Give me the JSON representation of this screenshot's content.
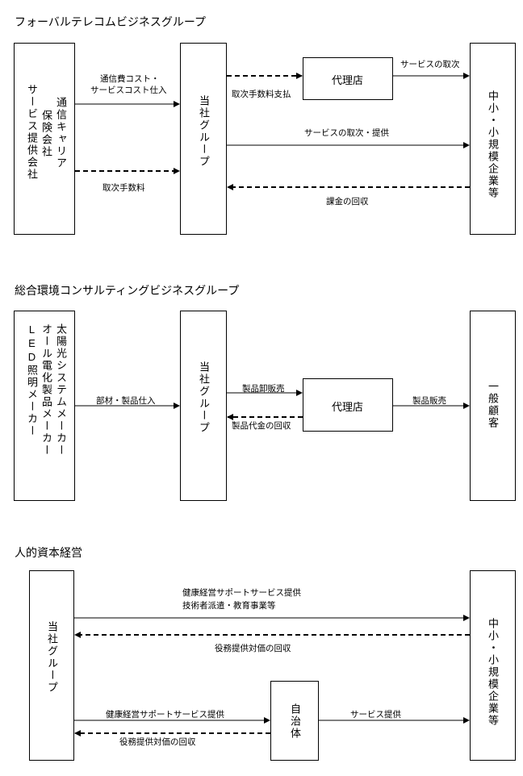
{
  "sections": {
    "telecom": {
      "title": "フォーバルテレコムビジネスグループ",
      "left_col1": "通信キャリア",
      "left_col2": "保険会社",
      "left_col3": "サービス提供会社",
      "center": "当社グループ",
      "agency": "代理店",
      "right": "中小・小規模企業等",
      "arrow_cost": "通信費コスト・",
      "arrow_cost2": "サービスコスト仕入",
      "arrow_fee": "取次手数料",
      "arrow_fee_pay": "取次手数料支払",
      "arrow_service_relay": "サービスの取次",
      "arrow_provide": "サービスの取次・提供",
      "arrow_collect": "課金の回収"
    },
    "environment": {
      "title": "総合環境コンサルティングビジネスグループ",
      "left_col1": "太陽光システムメーカー",
      "left_col2": "オール電化製品メーカー",
      "left_col3": "LED照明メーカー",
      "center": "当社グループ",
      "agency": "代理店",
      "right": "一般顧客",
      "arrow_parts": "部材・製品仕入",
      "arrow_wholesale": "製品卸販売",
      "arrow_payment": "製品代金の回収",
      "arrow_sales": "製品販売"
    },
    "human": {
      "title": "人的資本経営",
      "left": "当社グループ",
      "municipality": "自治体",
      "right": "中小・小規模企業等",
      "arrow_top1": "健康経営サポートサービス提供",
      "arrow_top2": "技術者派遣・教育事業等",
      "arrow_collect1": "役務提供対価の回収",
      "arrow_health": "健康経営サポートサービス提供",
      "arrow_collect2": "役務提供対価の回収",
      "arrow_service": "サービス提供"
    }
  }
}
